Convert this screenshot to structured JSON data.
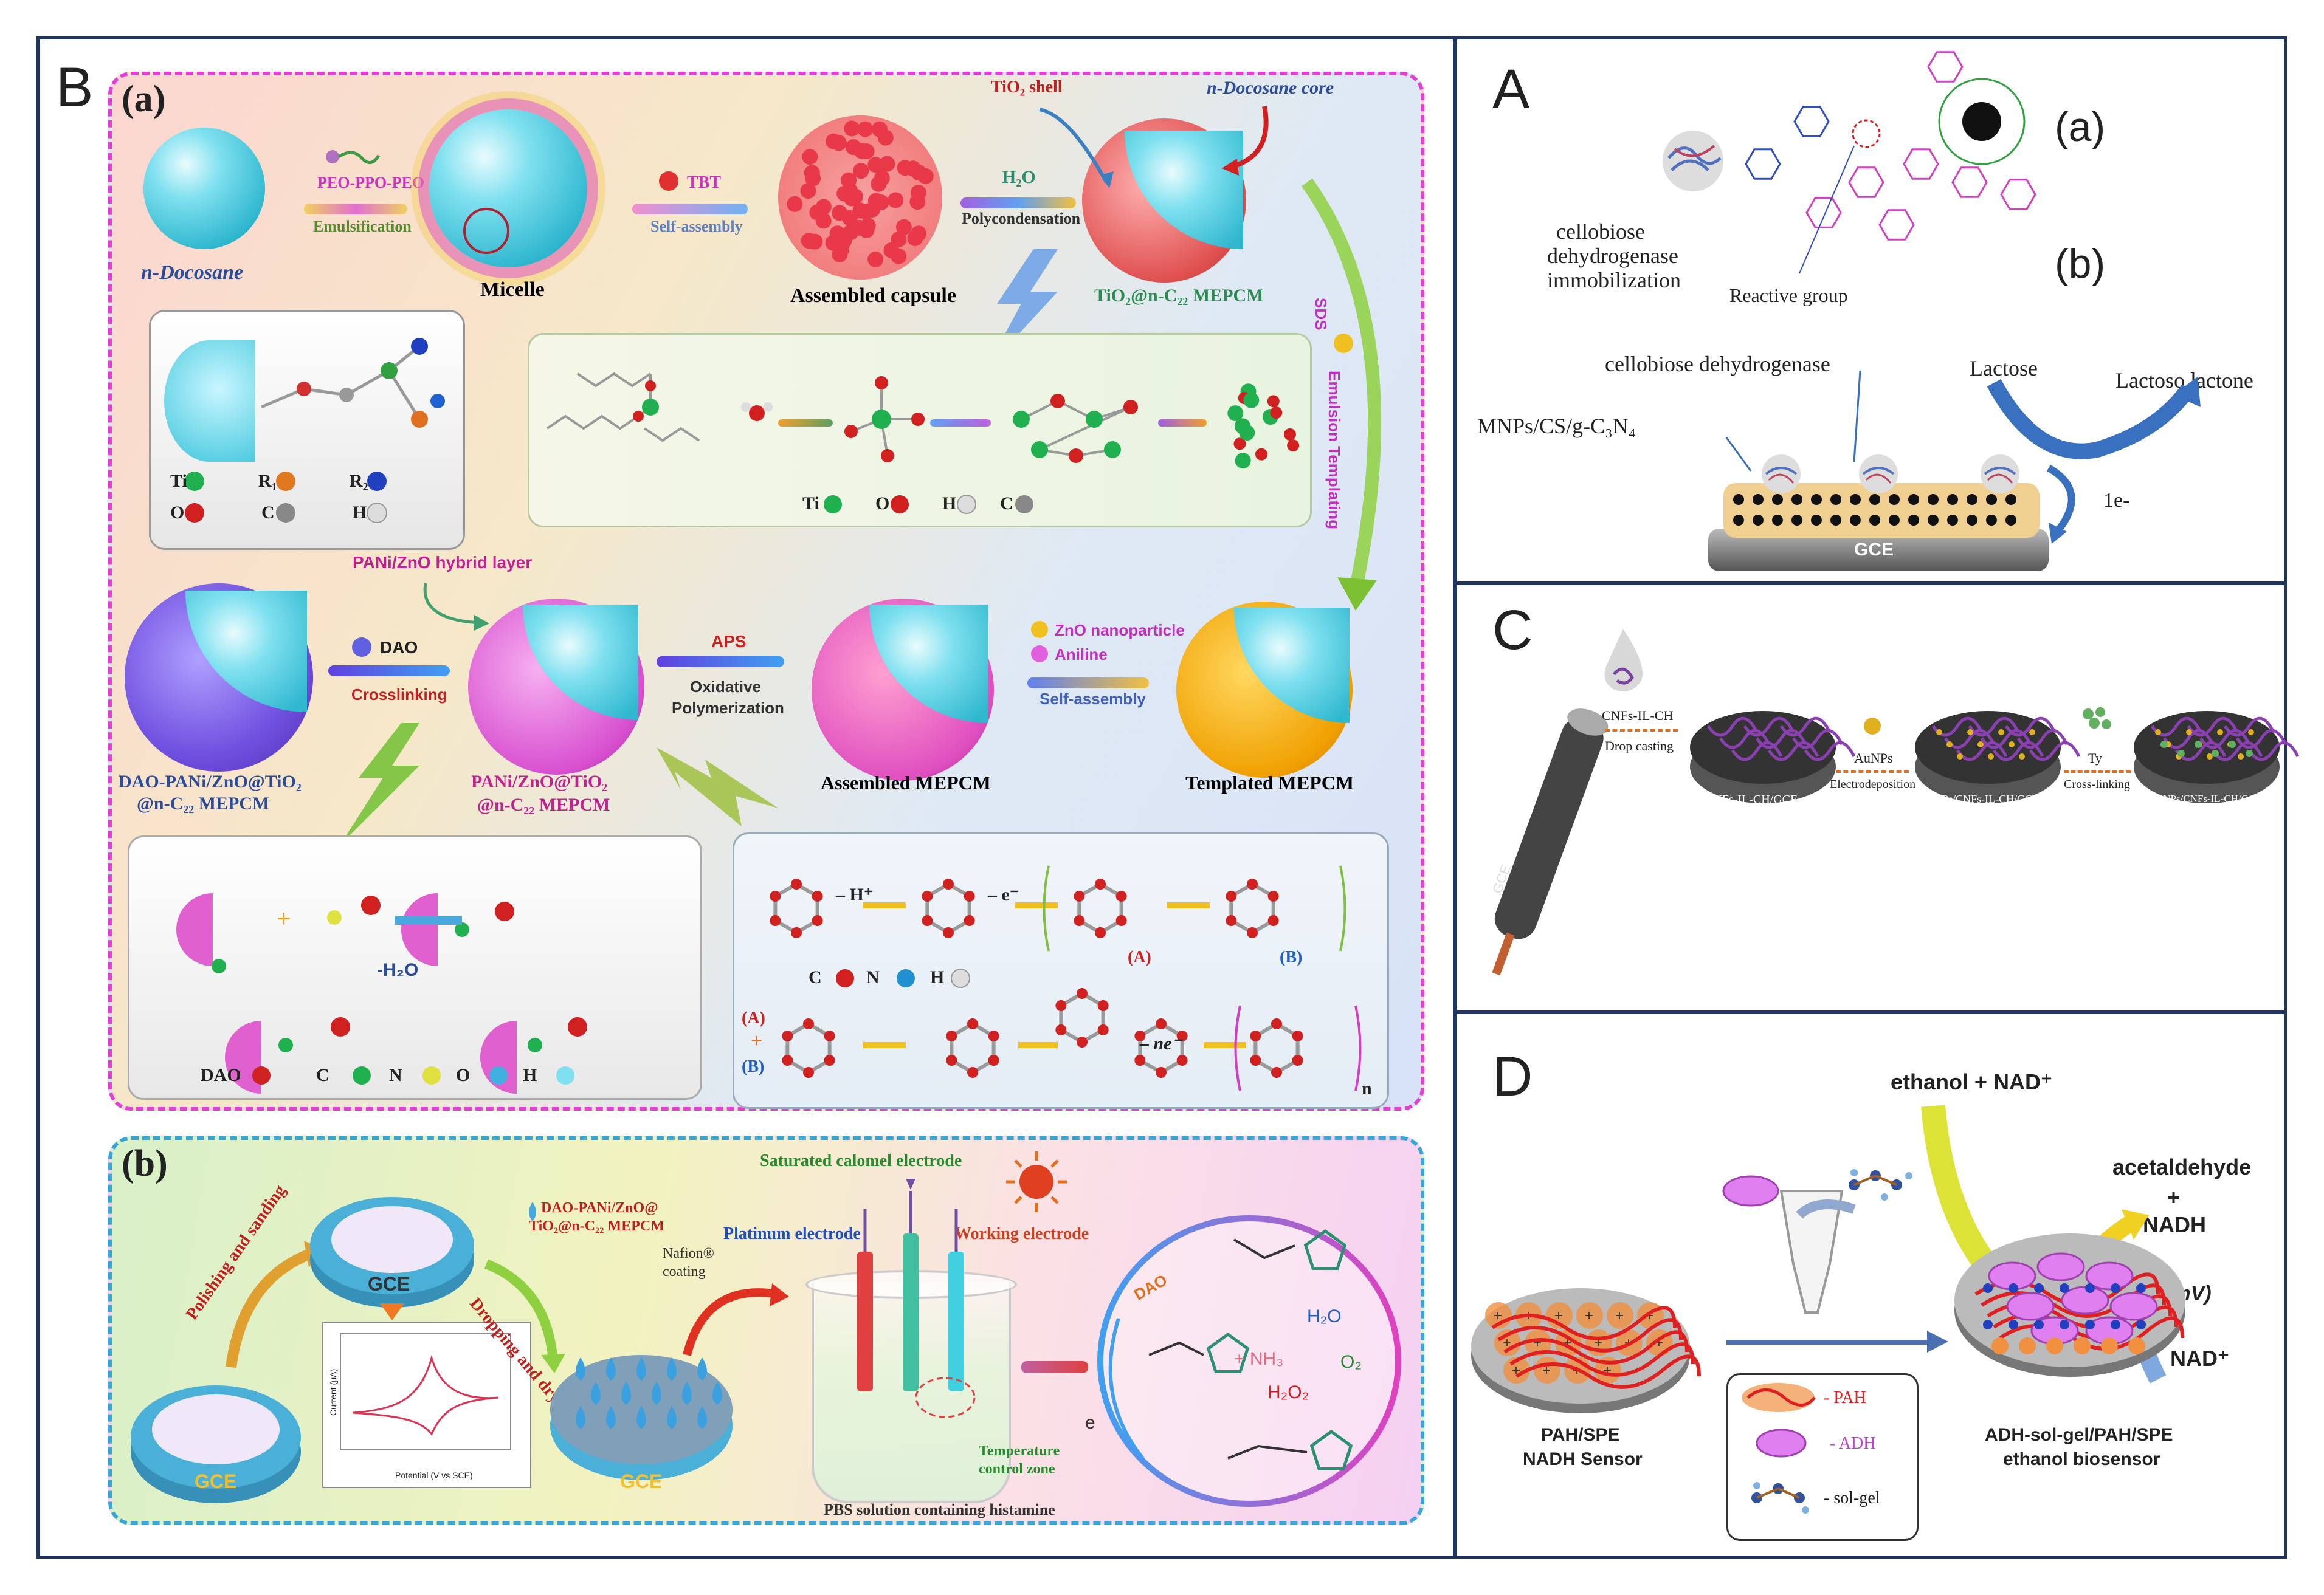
{
  "panels": {
    "B": {
      "letter": "B",
      "sub_a": {
        "label": "(a)",
        "n_docosane": "n-Docosane",
        "peo": "PEO-PPO-PEO",
        "emulsification": "Emulsification",
        "micelle": "Micelle",
        "tbt": "TBT",
        "self_assembly": "Self-assembly",
        "assembled_capsule": "Assembled capsule",
        "h2o": "H₂O",
        "polycondensation": "Polycondensation",
        "tio2_shell": "TiO₂ shell",
        "docosane_core": "n-Docosane core",
        "tio2_mepcm": "TiO₂@n-C₂₂ MEPCM",
        "sds": "SDS",
        "emulsion_templating": "Emulsion Templating",
        "legend1": {
          "ti": "Ti",
          "r1": "R₁",
          "r2": "R₂",
          "o": "O",
          "c": "C",
          "h": "H"
        },
        "legend2": {
          "ti": "Ti",
          "o": "O",
          "h": "H",
          "c": "C"
        },
        "pani_zno_layer": "PANi/ZnO hybrid layer",
        "dao": "DAO",
        "crosslinking": "Crosslinking",
        "aps": "APS",
        "oxidative": "Oxidative",
        "polymerization": "Polymerization",
        "zno_np": "ZnO nanoparticle",
        "aniline": "Aniline",
        "self_assembly2": "Self-assembly",
        "dao_pani": "DAO-PANi/ZnO@TiO₂",
        "dao_pani2": "@n-C₂₂ MEPCM",
        "pani_zno": "PANi/ZnO@TiO₂",
        "pani_zno2": "@n-C₂₂ MEPCM",
        "assembled_mepcm": "Assembled MEPCM",
        "templated_mepcm": "Templated MEPCM",
        "minus_h2o": "-H₂O",
        "legend3": {
          "dao": "DAO",
          "c": "C",
          "n": "N",
          "o": "O",
          "h": "H"
        },
        "minus_hplus": "– H⁺",
        "minus_e": "– e⁻",
        "mark_a": "(A)",
        "mark_b": "(B)",
        "legend4": {
          "c": "C",
          "n": "N",
          "h": "H"
        },
        "mark_a2": "(A)",
        "plus": "+",
        "mark_b2": "(B)",
        "minus_ne": "– ne⁻",
        "n": "n"
      },
      "sub_b": {
        "label": "(b)",
        "polishing": "Polishing and sanding",
        "gce_top": "GCE",
        "gce_left": "GCE",
        "dao_label1": "DAO-PANi/ZnO@",
        "dao_label2": "TiO₂@n-C₂₂ MEPCM",
        "dropping": "Dropping and drying",
        "nafion": "Nafion®",
        "coating": "coating",
        "gce_right": "GCE",
        "sce": "Saturated calomel electrode",
        "platinum": "Platinum electrode",
        "working": "Working electrode",
        "temp_zone1": "Temperature",
        "temp_zone2": "control zone",
        "pbs": "PBS solution containing histamine",
        "dao": "DAO",
        "nh3": "+ NH₃",
        "h2o": "H₂O",
        "o2": "O₂",
        "h2o2": "H₂O₂",
        "e": "e",
        "cv_ylabel": "Current (μA)",
        "cv_xlabel": "Potential (V vs SCE)"
      }
    },
    "A": {
      "letter": "A",
      "a": "(a)",
      "b": "(b)",
      "cdh_immob1": "cellobiose",
      "cdh_immob2": "dehydrogenase",
      "cdh_immob3": "immobilization",
      "reactive": "Reactive group",
      "cdh": "cellobiose  dehydrogenase",
      "lactose": "Lactose",
      "lactone": "Lactoso lactone",
      "mnps": "MNPs/CS/g-C₃N₄",
      "e": "1e-",
      "gce": "GCE"
    },
    "C": {
      "letter": "C",
      "cnfs": "CNFs-IL-CH",
      "drop": "Drop casting",
      "disk1": "CNFs-IL-CH/GCE",
      "aunps": "AuNPs",
      "electro": "Electrodeposition",
      "disk2": "AuNPs/CNFs-IL-CH/GCE",
      "ty": "Ty",
      "cross": "Cross-linking",
      "disk3": "Ty/AuNPs/CNFs-IL-CH/GCE",
      "gce": "GCE"
    },
    "D": {
      "letter": "D",
      "ethanol": "ethanol + NAD⁺",
      "acet1": "acetaldehyde",
      "acet2": "+",
      "acet3": "NADH",
      "emv": "E (mV)",
      "nad": "NAD⁺",
      "pah_spe1": "PAH/SPE",
      "pah_spe2": "NADH Sensor",
      "leg_pah": "- PAH",
      "leg_adh": "- ADH",
      "leg_sol": "- sol-gel",
      "bio1": "ADH-sol-gel/PAH/SPE",
      "bio2": "ethanol biosensor"
    }
  },
  "colors": {
    "frame": "#1f3560",
    "magenta_dash": "#e23fd6",
    "blue_dash": "#36a6d8",
    "sphere_cyan": "#5fd3e6",
    "shell_red": "#e0575e",
    "pink": "#e05ad6",
    "gold": "#f0b000"
  }
}
